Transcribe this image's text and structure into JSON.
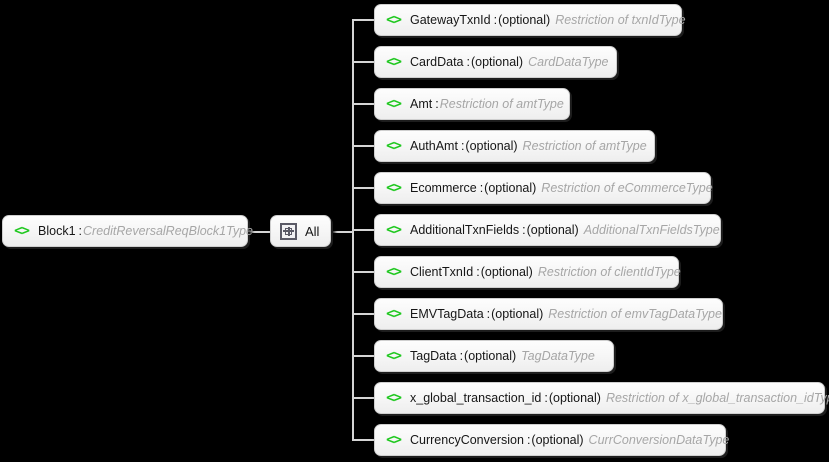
{
  "diagram": {
    "kind": "xsd-schema-tree",
    "background_color": "#000000",
    "line_color": "#d5d5d5",
    "node_fill": "#f7f7f7",
    "element_icon_color": "#1fc81f",
    "type_text_color": "#a6a6a6",
    "element_icon_glyph": "<>",
    "separator": ":",
    "optional_label": "(optional)"
  },
  "root": {
    "icon": "element-icon",
    "name": "Block1",
    "separator": ":",
    "type": "CreditReversalReqBlock1Type"
  },
  "compositor": {
    "icon": "all-compositor-icon",
    "label": "All"
  },
  "children": [
    {
      "icon": "element-icon",
      "name": "GatewayTxnId",
      "separator": ":",
      "optional": "(optional)",
      "type": "Restriction of txnIdType"
    },
    {
      "icon": "element-icon",
      "name": "CardData",
      "separator": ":",
      "optional": "(optional)",
      "type": "CardDataType"
    },
    {
      "icon": "element-icon",
      "name": "Amt",
      "separator": ":",
      "optional": "",
      "type": "Restriction of amtType"
    },
    {
      "icon": "element-icon",
      "name": "AuthAmt",
      "separator": ":",
      "optional": "(optional)",
      "type": "Restriction of amtType"
    },
    {
      "icon": "element-icon",
      "name": "Ecommerce",
      "separator": ":",
      "optional": "(optional)",
      "type": "Restriction of eCommerceType"
    },
    {
      "icon": "element-icon",
      "name": "AdditionalTxnFields",
      "separator": ":",
      "optional": "(optional)",
      "type": "AdditionalTxnFieldsType"
    },
    {
      "icon": "element-icon",
      "name": "ClientTxnId",
      "separator": ":",
      "optional": "(optional)",
      "type": "Restriction of clientIdType"
    },
    {
      "icon": "element-icon",
      "name": "EMVTagData",
      "separator": ":",
      "optional": "(optional)",
      "type": "Restriction of emvTagDataType"
    },
    {
      "icon": "element-icon",
      "name": "TagData",
      "separator": ":",
      "optional": "(optional)",
      "type": "TagDataType"
    },
    {
      "icon": "element-icon",
      "name": "x_global_transaction_id",
      "separator": ":",
      "optional": "(optional)",
      "type": "Restriction of x_global_transaction_idType"
    },
    {
      "icon": "element-icon",
      "name": "CurrencyConversion",
      "separator": ":",
      "optional": "(optional)",
      "type": "CurrConversionDataType"
    }
  ]
}
